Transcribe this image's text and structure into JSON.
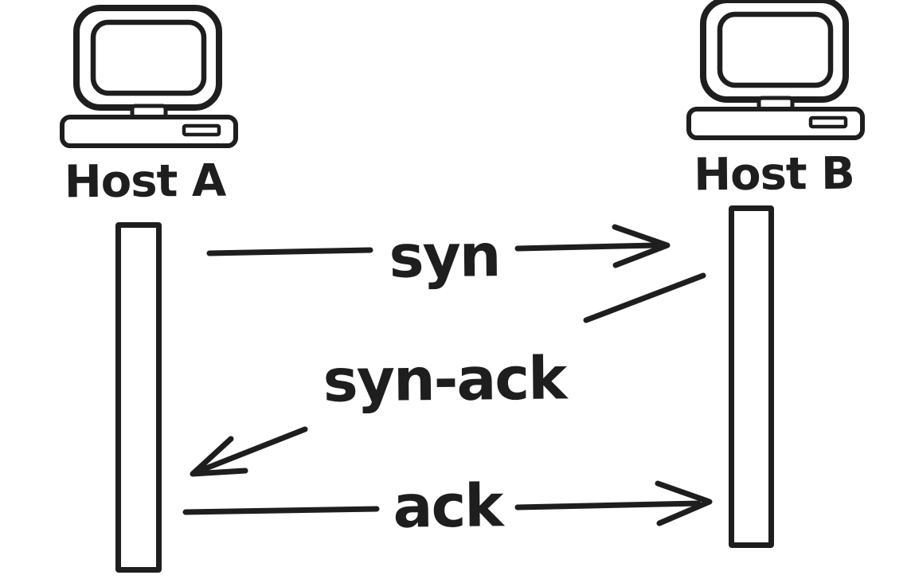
{
  "canvas": {
    "background": "#ffffff",
    "ink": "#1e1e1e"
  },
  "actors": [
    {
      "id": "host-a",
      "label": "Host A",
      "icon": "computer-icon"
    },
    {
      "id": "host-b",
      "label": "Host B",
      "icon": "computer-icon"
    }
  ],
  "messages": [
    {
      "label": "syn",
      "from": "Host A",
      "to": "Host B",
      "direction": "right"
    },
    {
      "label": "syn-ack",
      "from": "Host B",
      "to": "Host A",
      "direction": "left"
    },
    {
      "label": "ack",
      "from": "Host A",
      "to": "Host B",
      "direction": "right"
    }
  ]
}
